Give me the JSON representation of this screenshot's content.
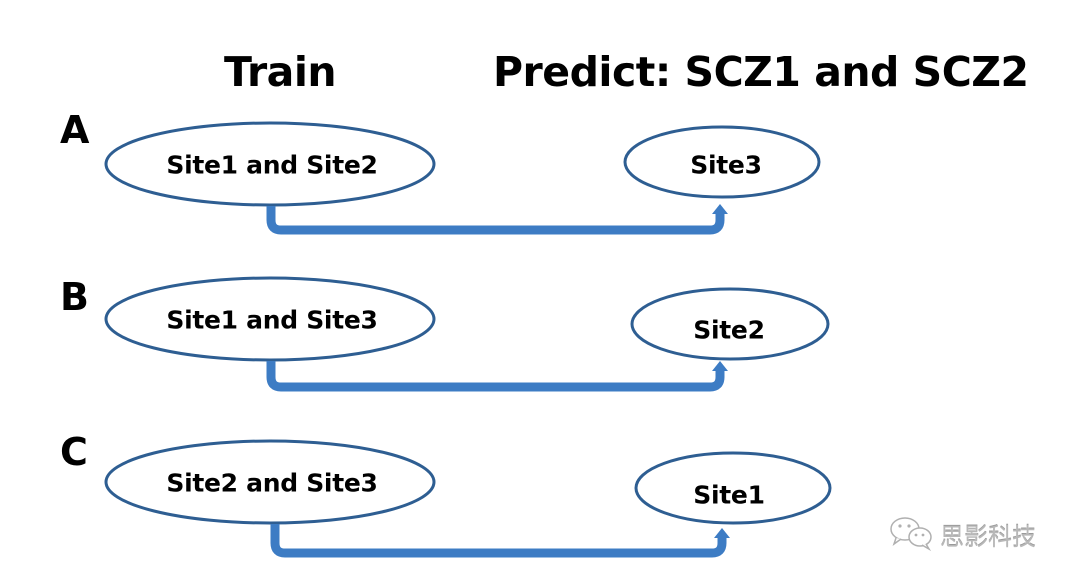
{
  "headings": {
    "train": "Train",
    "predict": "Predict: SCZ1 and SCZ2"
  },
  "colors": {
    "ellipse_stroke": "#2e5e92",
    "arrow": "#3d7cc4",
    "text": "#000000",
    "watermark": "#b8b8b8"
  },
  "rows": [
    {
      "label": "A",
      "train": "Site1 and Site2",
      "predict": "Site3"
    },
    {
      "label": "B",
      "train": "Site1 and Site3",
      "predict": "Site2"
    },
    {
      "label": "C",
      "train": "Site2 and Site3",
      "predict": "Site1"
    }
  ],
  "watermark": {
    "icon": "wechat-icon",
    "text": "思影科技"
  }
}
